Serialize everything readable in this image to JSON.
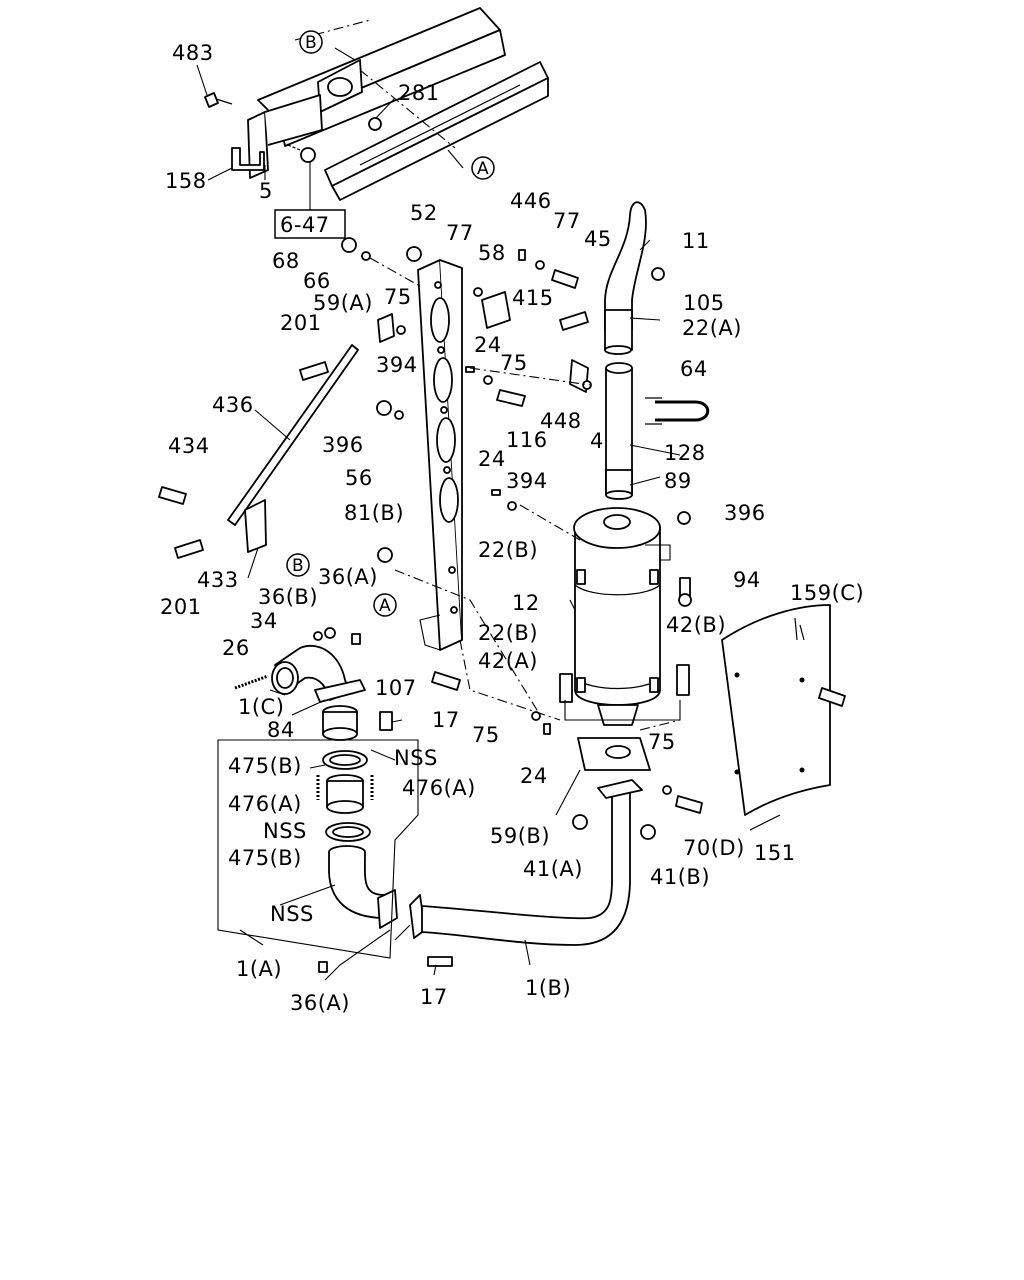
{
  "labels": {
    "p483": "483",
    "refB_top": "B",
    "p281": "281",
    "refA_top": "A",
    "p158": "158",
    "p5": "5",
    "ref_6_47": "6-47",
    "p52": "52",
    "p77a": "77",
    "p446": "446",
    "p77b": "77",
    "p45": "45",
    "p11": "11",
    "p68": "68",
    "p66": "66",
    "p58": "58",
    "p415": "415",
    "p105": "105",
    "p59A": "59(A)",
    "p75a": "75",
    "p22A": "22(A)",
    "p201a": "201",
    "p24a": "24",
    "p75b": "75",
    "p394a": "394",
    "p64": "64",
    "p448": "448",
    "p4": "4",
    "p116": "116",
    "p436": "436",
    "p396a": "396",
    "p128": "128",
    "p434": "434",
    "p56": "56",
    "p24b": "24",
    "p394b": "394",
    "p89": "89",
    "p81B": "81(B)",
    "p396b": "396",
    "p22B_a": "22(B)",
    "p433": "433",
    "refB_mid": "B",
    "p94": "94",
    "p201b": "201",
    "p36A_a": "36(A)",
    "p36B": "36(B)",
    "p12": "12",
    "p159C": "159(C)",
    "refA_mid": "A",
    "p34": "34",
    "p22B_b": "22(B)",
    "p42B": "42(B)",
    "p26": "26",
    "p42A": "42(A)",
    "p1C": "1(C)",
    "p107": "107",
    "p84": "84",
    "p17a": "17",
    "p75c": "75",
    "nss_a": "NSS",
    "p75d": "75",
    "p475B_a": "475(B)",
    "p476A_a": "476(A)",
    "p476A_b": "476(A)",
    "p24c": "24",
    "nss_b": "NSS",
    "p475B_b": "475(B)",
    "p59B": "59(B)",
    "p70D": "70(D)",
    "p151": "151",
    "p41A": "41(A)",
    "p41B": "41(B)",
    "nss_c": "NSS",
    "p1A": "1(A)",
    "p36A_b": "36(A)",
    "p17b": "17",
    "p1B": "1(B)"
  }
}
